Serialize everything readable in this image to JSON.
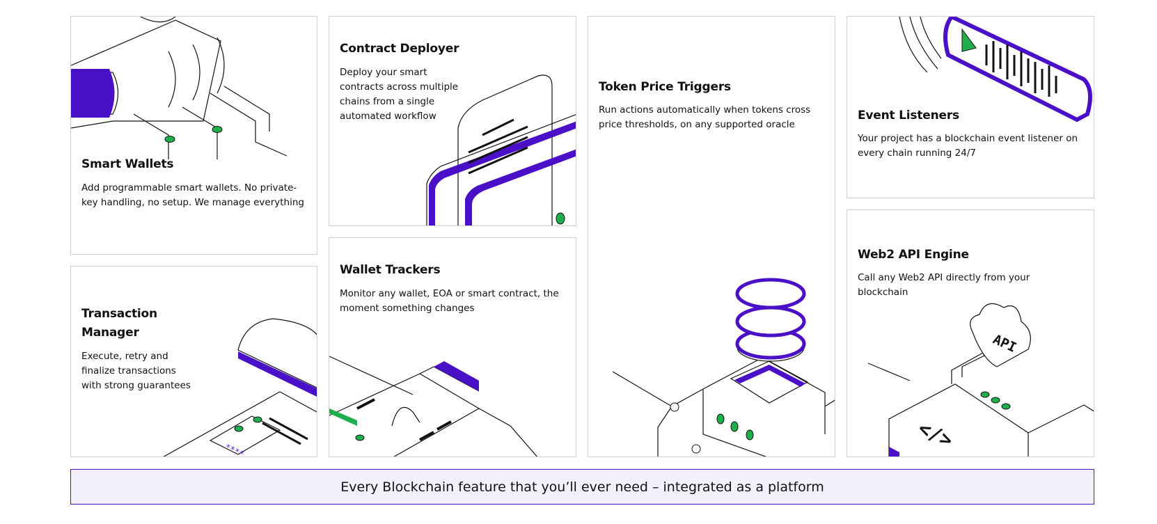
{
  "cards": [
    {
      "title": "Smart Wallets",
      "desc": "Add programmable smart wallets. No private-key handling, no setup. We manage everything"
    },
    {
      "title": "Transaction Manager",
      "desc": "Execute, retry and finalize transactions with strong guarantees"
    },
    {
      "title": "Contract Deployer",
      "desc": "Deploy your smart contracts across multiple chains from a single automated workflow"
    },
    {
      "title": "Wallet Trackers",
      "desc": "Monitor any wallet, EOA or smart contract, the moment something changes"
    },
    {
      "title": "Token Price Triggers",
      "desc": "Run actions automatically when tokens cross price thresholds, on any supported oracle"
    },
    {
      "title": "Event Listeners",
      "desc": "Your project has a blockchain event listener on every chain running 24/7"
    },
    {
      "title": "Web2 API Engine",
      "desc": "Call any Web2 API directly from your blockchain",
      "illustration_text": "API"
    }
  ],
  "banner": "Every Blockchain feature that you’ll ever need – integrated as a platform",
  "colors": {
    "purple": "#4a10c8",
    "green": "#1fae4b",
    "border": "#cfcfcf"
  }
}
